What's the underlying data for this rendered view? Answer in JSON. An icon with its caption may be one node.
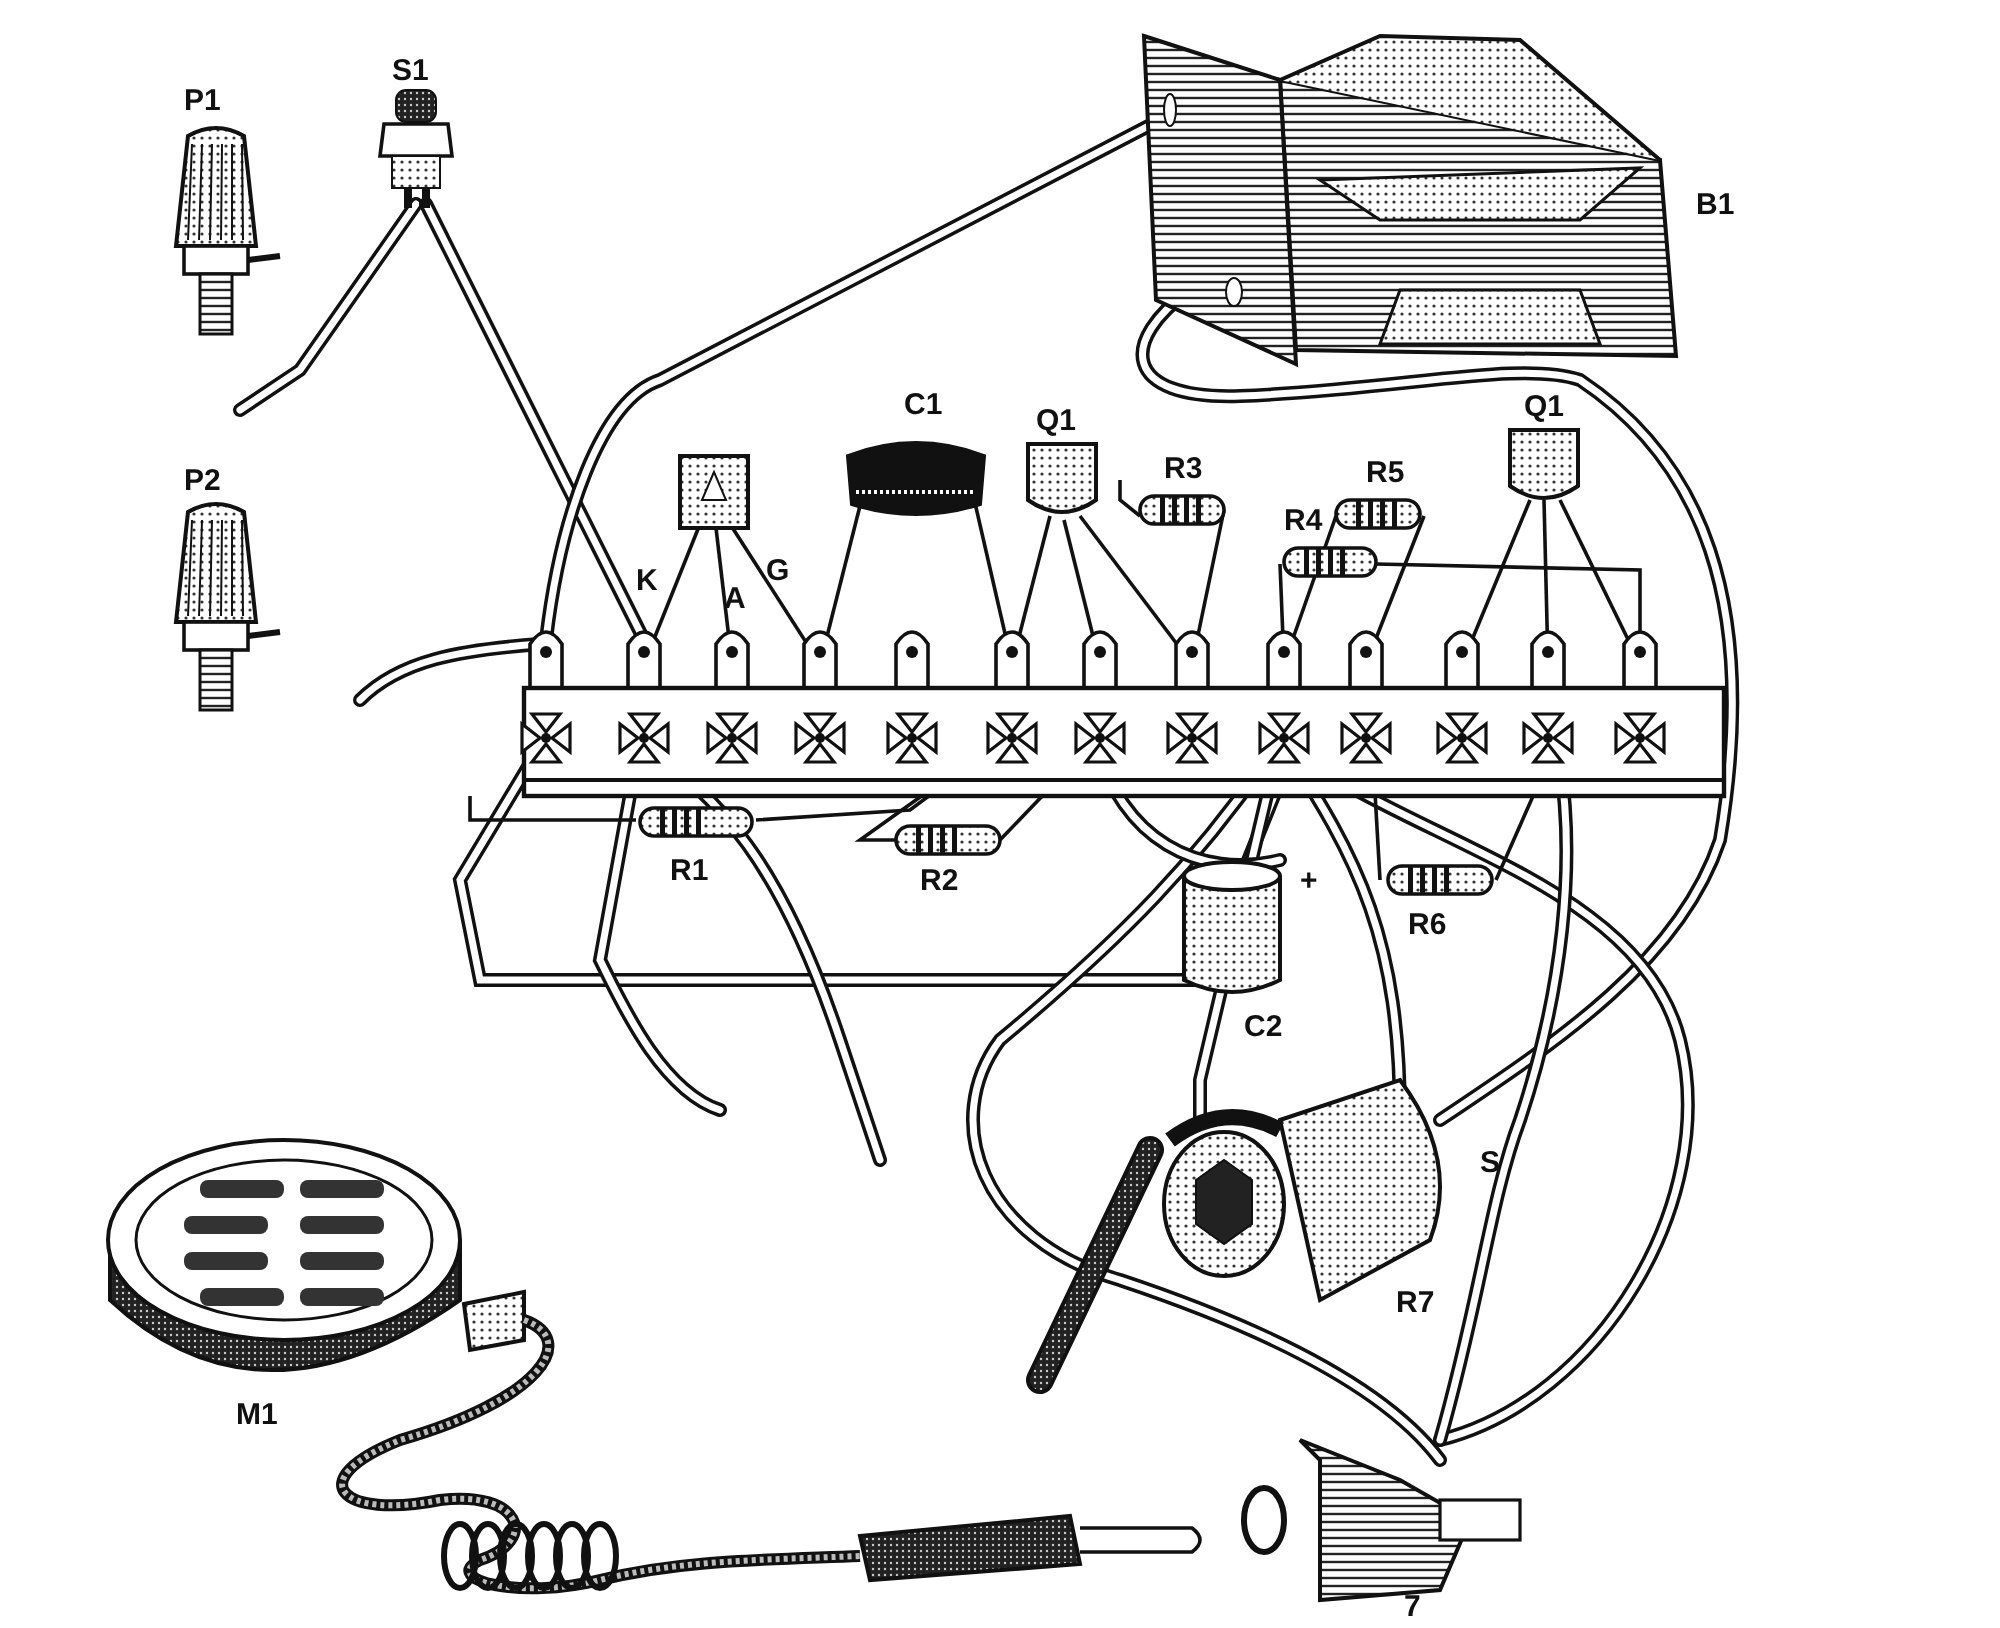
{
  "diagram": {
    "labels": [
      "S1",
      "P1",
      "B1",
      "C1",
      "Q1",
      "Q1",
      "R3",
      "R5",
      "K",
      "G",
      "R4",
      "P2",
      "A",
      "R1",
      "R2",
      "+",
      "R6",
      "C2",
      "S",
      "R7",
      "M1",
      "7"
    ]
  }
}
